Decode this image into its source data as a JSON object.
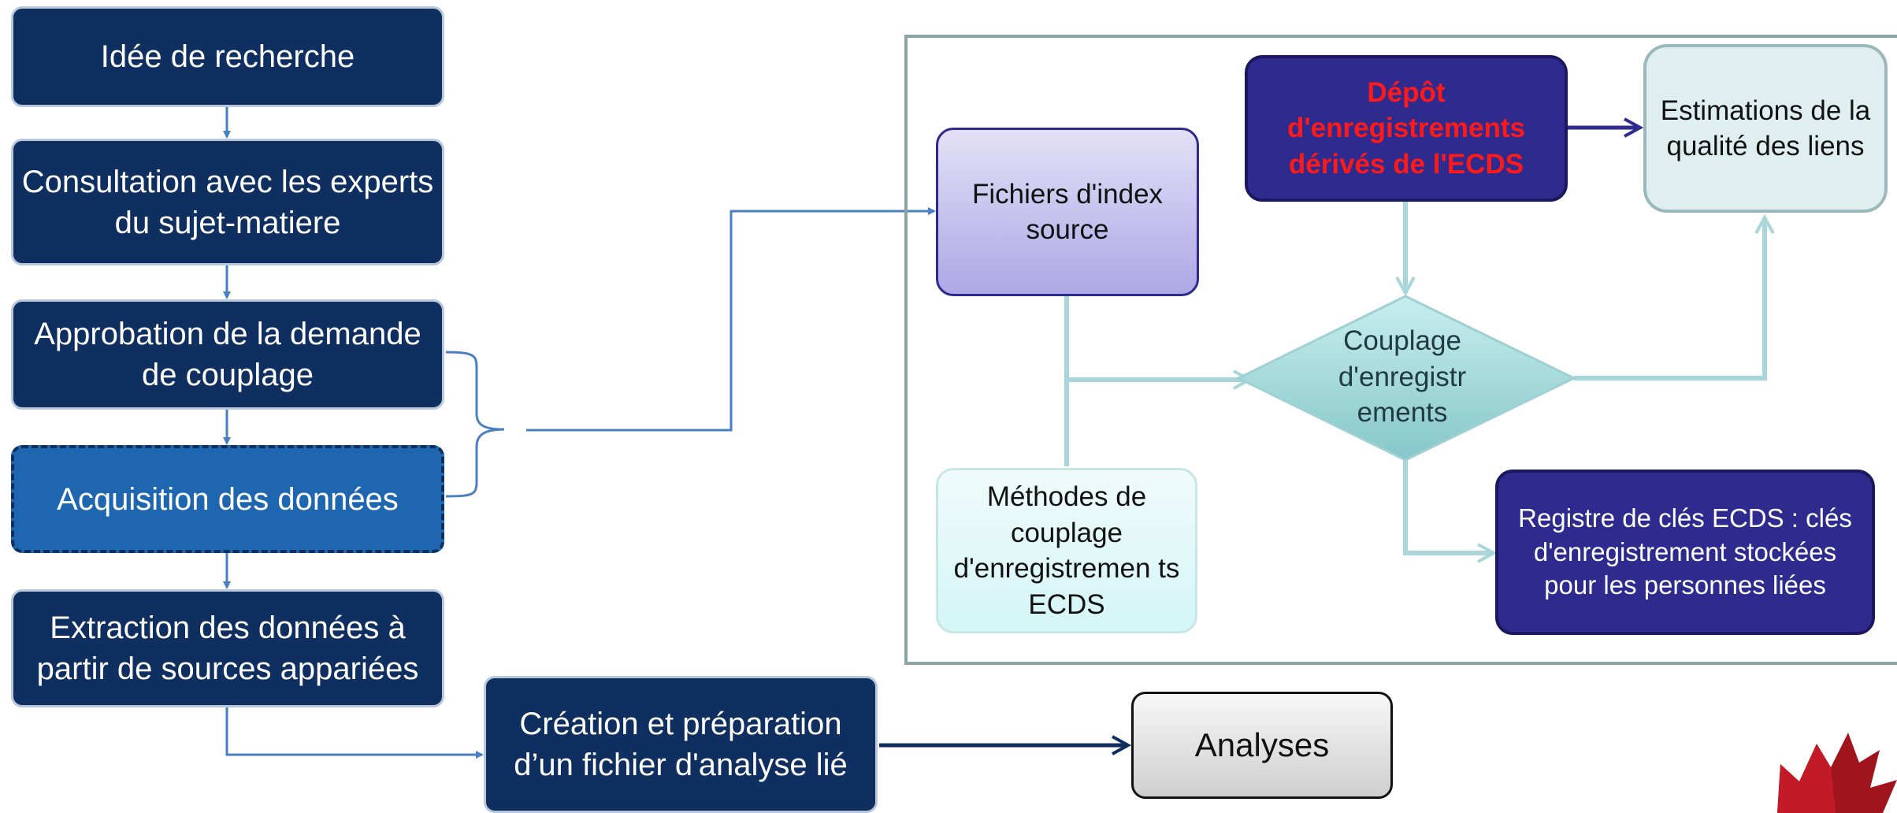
{
  "flow": {
    "research_idea": "Idée de recherche",
    "consultation": "Consultation avec les experts du sujet-matiere",
    "approval": "Approbation de la demande de couplage",
    "acquisition": "Acquisition des données",
    "extraction": "Extraction des données à partir de sources appariées",
    "creation": "Création et préparation d’un fichier d'analyse lié",
    "analyses": "Analyses"
  },
  "linkage": {
    "source_files": "Fichiers d'index source",
    "deposit": "Dépôt d'enregistrements dérivés de l'ECDS",
    "quality": "Estimations de la qualité des liens",
    "coupling": "Couplage d'enregistr ements",
    "methods": "Méthodes de couplage d'enregistremen ts ECDS",
    "registry": "Registre de clés ECDS : clés d'enregistrement stockées pour les personnes liées"
  },
  "colors": {
    "navy": "#0e2f5f",
    "blue_dashed": "#1f66b0",
    "indigo": "#2e2a8e",
    "deposit_text": "#ff1a1a",
    "teal_arrow": "#a9d6da",
    "connector_blue": "#4a7fc1"
  },
  "logo": "red-maple-leaf-icon"
}
